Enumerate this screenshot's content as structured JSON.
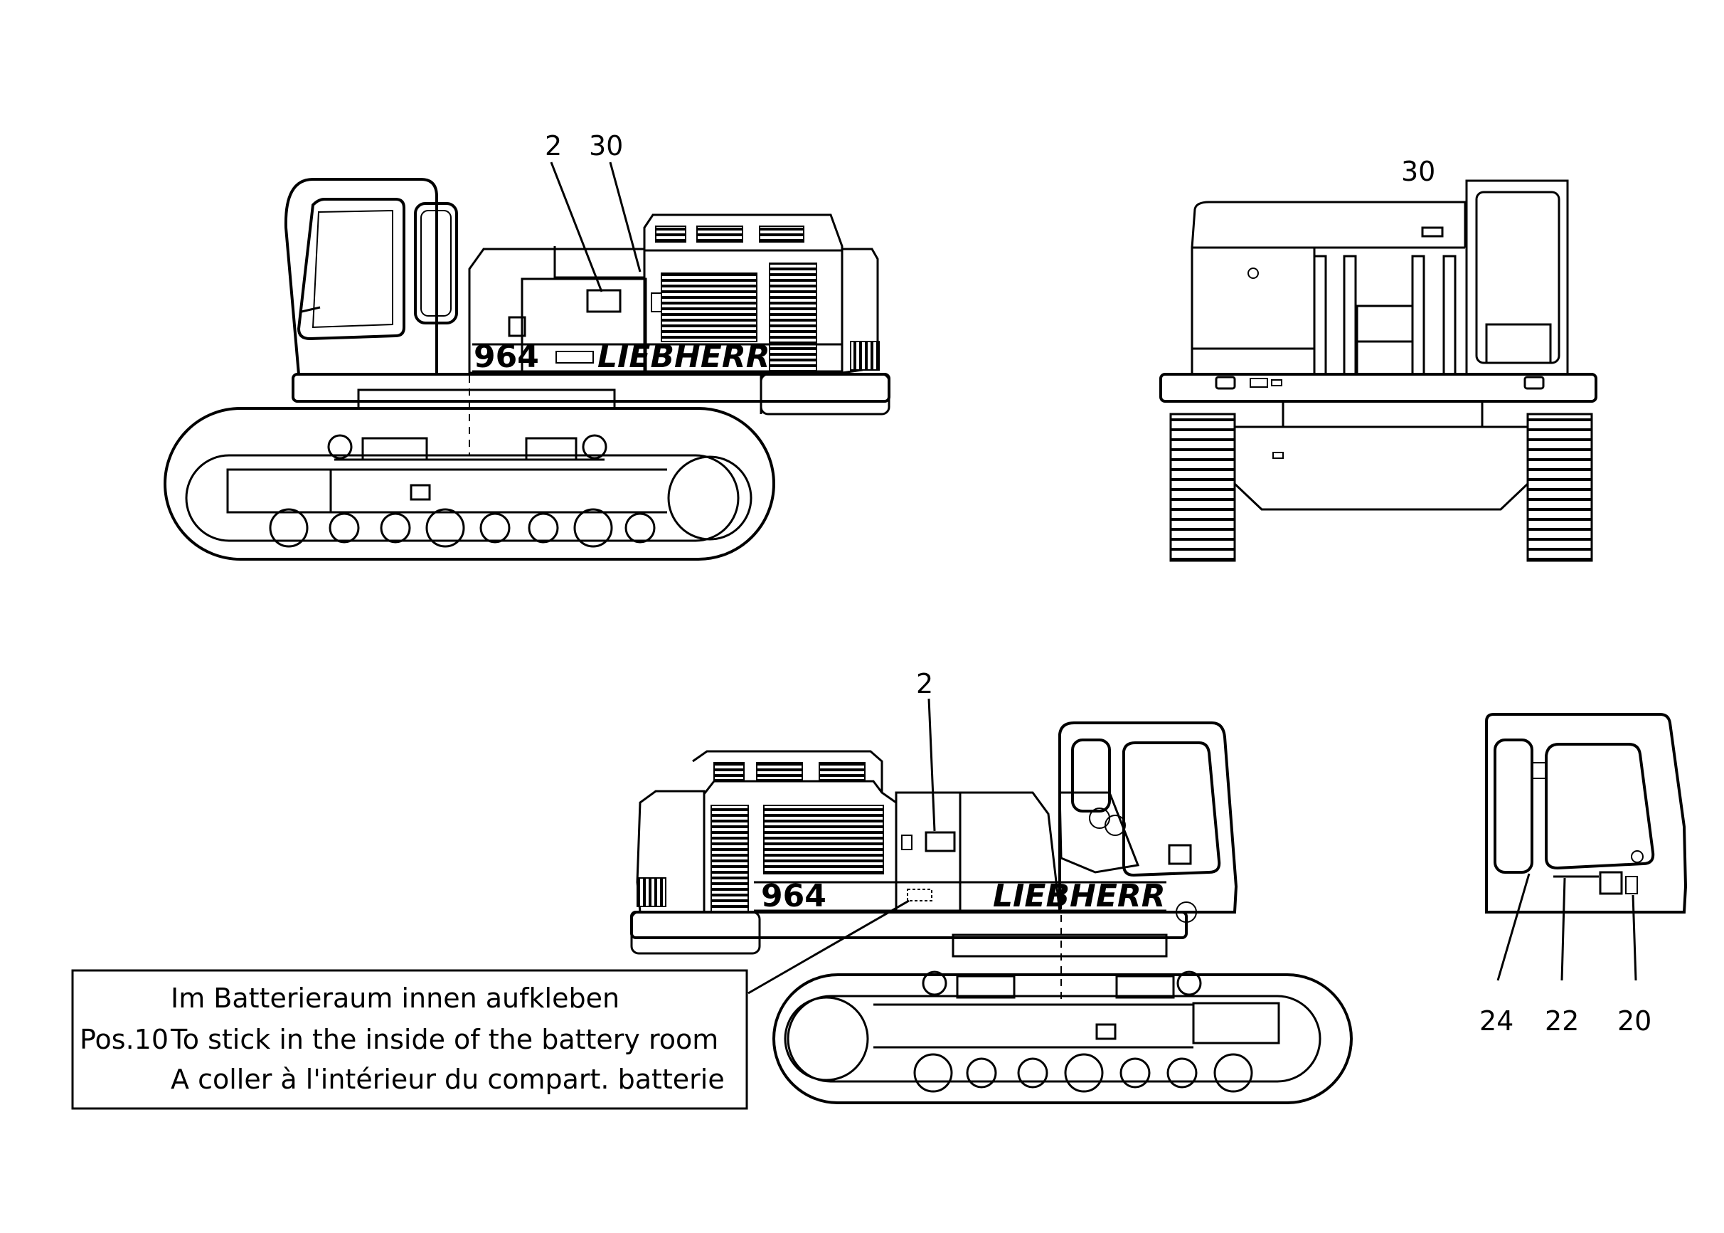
{
  "callouts": {
    "left_view_a": "2",
    "left_view_b": "30",
    "rear_view": "30",
    "right_view": "2",
    "cab_a": "24",
    "cab_b": "22",
    "cab_c": "20"
  },
  "decals": {
    "model": "964",
    "brand": "LIEBHERR"
  },
  "note": {
    "position_label": "Pos.10",
    "line_de": "Im Batterieraum innen aufkleben",
    "line_en": "To stick in the inside of the battery room",
    "line_fr": "A coller à l'intérieur du compart. batterie"
  },
  "colors": {
    "ink": "#000000",
    "paper": "#ffffff"
  }
}
